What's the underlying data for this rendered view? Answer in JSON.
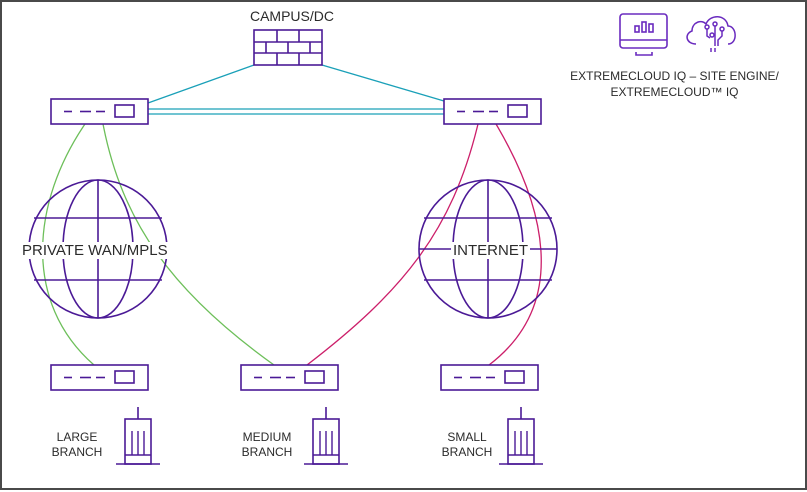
{
  "diagram": {
    "campus_label": "CAMPUS/DC",
    "management": {
      "line1": "EXTREMECLOUD IQ – SITE ENGINE/",
      "line2": "EXTREMECLOUD™ IQ",
      "icons": [
        "monitor-chart-icon",
        "cloud-circuit-icon"
      ]
    },
    "networks": [
      {
        "id": "wan",
        "label": "PRIVATE WAN/MPLS",
        "link_color": "#6dbf5a"
      },
      {
        "id": "internet",
        "label": "INTERNET",
        "link_color": "#cc1f6a"
      }
    ],
    "branches": [
      {
        "line1": "LARGE",
        "line2": "BRANCH"
      },
      {
        "line1": "MEDIUM",
        "line2": "BRANCH"
      },
      {
        "line1": "SMALL",
        "line2": "BRANCH"
      }
    ],
    "colors": {
      "device": "#4b1a96",
      "campus_link": "#1aa0b8",
      "wan_link": "#6dbf5a",
      "internet_link": "#cc1f6a",
      "icon": "#6a2bbf",
      "border": "#4a4a4a"
    }
  }
}
